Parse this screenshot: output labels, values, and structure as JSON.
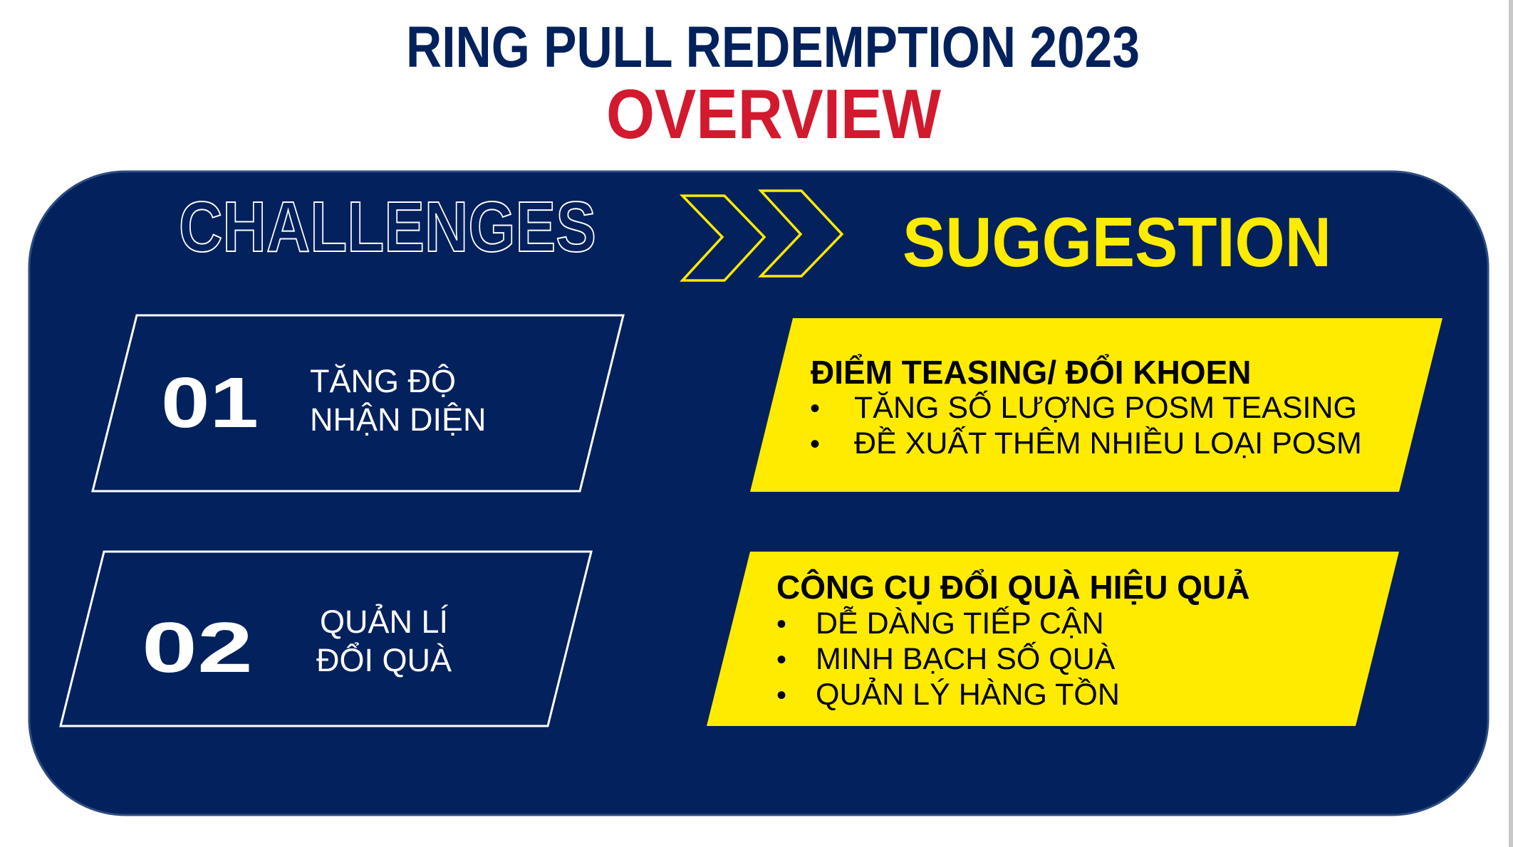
{
  "header": {
    "title": "RING PULL REDEMPTION 2023",
    "subtitle": "OVERVIEW"
  },
  "colors": {
    "navy": "#03215C",
    "red": "#D2192E",
    "yellow": "#FFEB00",
    "white": "#FFFFFF"
  },
  "panel": {
    "challenges_heading": "CHALLENGES",
    "suggestion_heading": "SUGGESTION",
    "arrow_icon": "double-chevron-right-icon",
    "challenges": [
      {
        "number": "01",
        "line1": "TĂNG ĐỘ",
        "line2": "NHẬN DIỆN"
      },
      {
        "number": "02",
        "line1": "QUẢN LÍ",
        "line2": "ĐỔI QUÀ"
      }
    ],
    "suggestions": [
      {
        "title": "ĐIỂM TEASING/ ĐỔI KHOEN",
        "bullets": [
          "TĂNG SỐ LƯỢNG POSM TEASING",
          "ĐỀ XUẤT THÊM NHIỀU LOẠI POSM"
        ]
      },
      {
        "title": "CÔNG CỤ ĐỔI QUÀ HIỆU QUẢ",
        "bullets": [
          "DỄ DÀNG TIẾP CẬN",
          "MINH BẠCH SỐ QUÀ",
          "QUẢN LÝ HÀNG TỒN"
        ]
      }
    ],
    "bullet_char": "•"
  }
}
